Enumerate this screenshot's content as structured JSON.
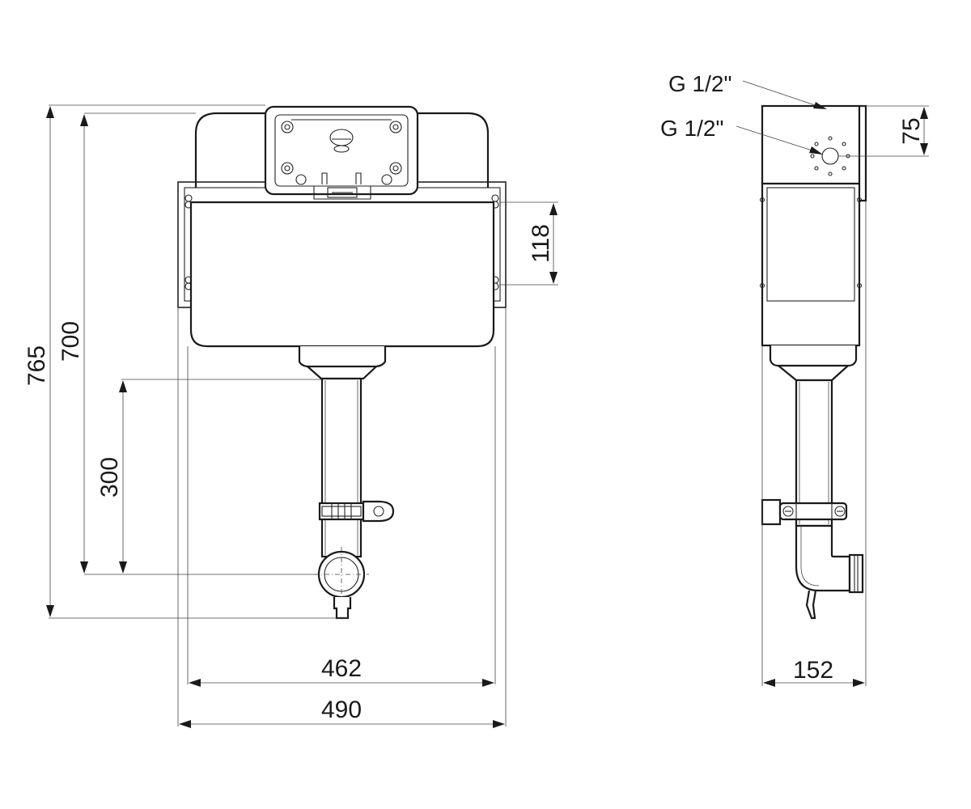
{
  "dimensions": {
    "total_height": "765",
    "flush_height": "700",
    "outlet_height": "300",
    "bracket_spacing": "118",
    "tank_width": "462",
    "frame_width": "490",
    "depth": "152",
    "top_offset": "75"
  },
  "callouts": {
    "top_inlet": "G 1/2\"",
    "side_inlet": "G 1/2\""
  }
}
